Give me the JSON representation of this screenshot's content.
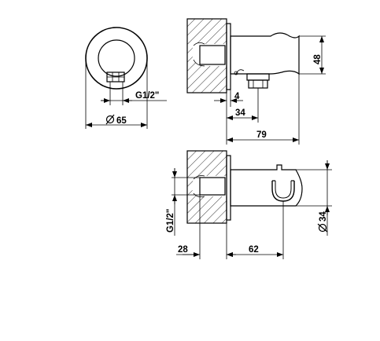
{
  "front_view": {
    "thread_label": "G1/2\"",
    "diameter_label": "65"
  },
  "side_view_top": {
    "height_label": "48",
    "depth_label": "4",
    "projection_label": "34",
    "overall_label": "79"
  },
  "side_view_bottom": {
    "thread_label": "G1/2\"",
    "diameter_label": "34",
    "wall_label": "28",
    "length_label": "62"
  },
  "colors": {
    "line": "#000000",
    "background": "#ffffff"
  }
}
